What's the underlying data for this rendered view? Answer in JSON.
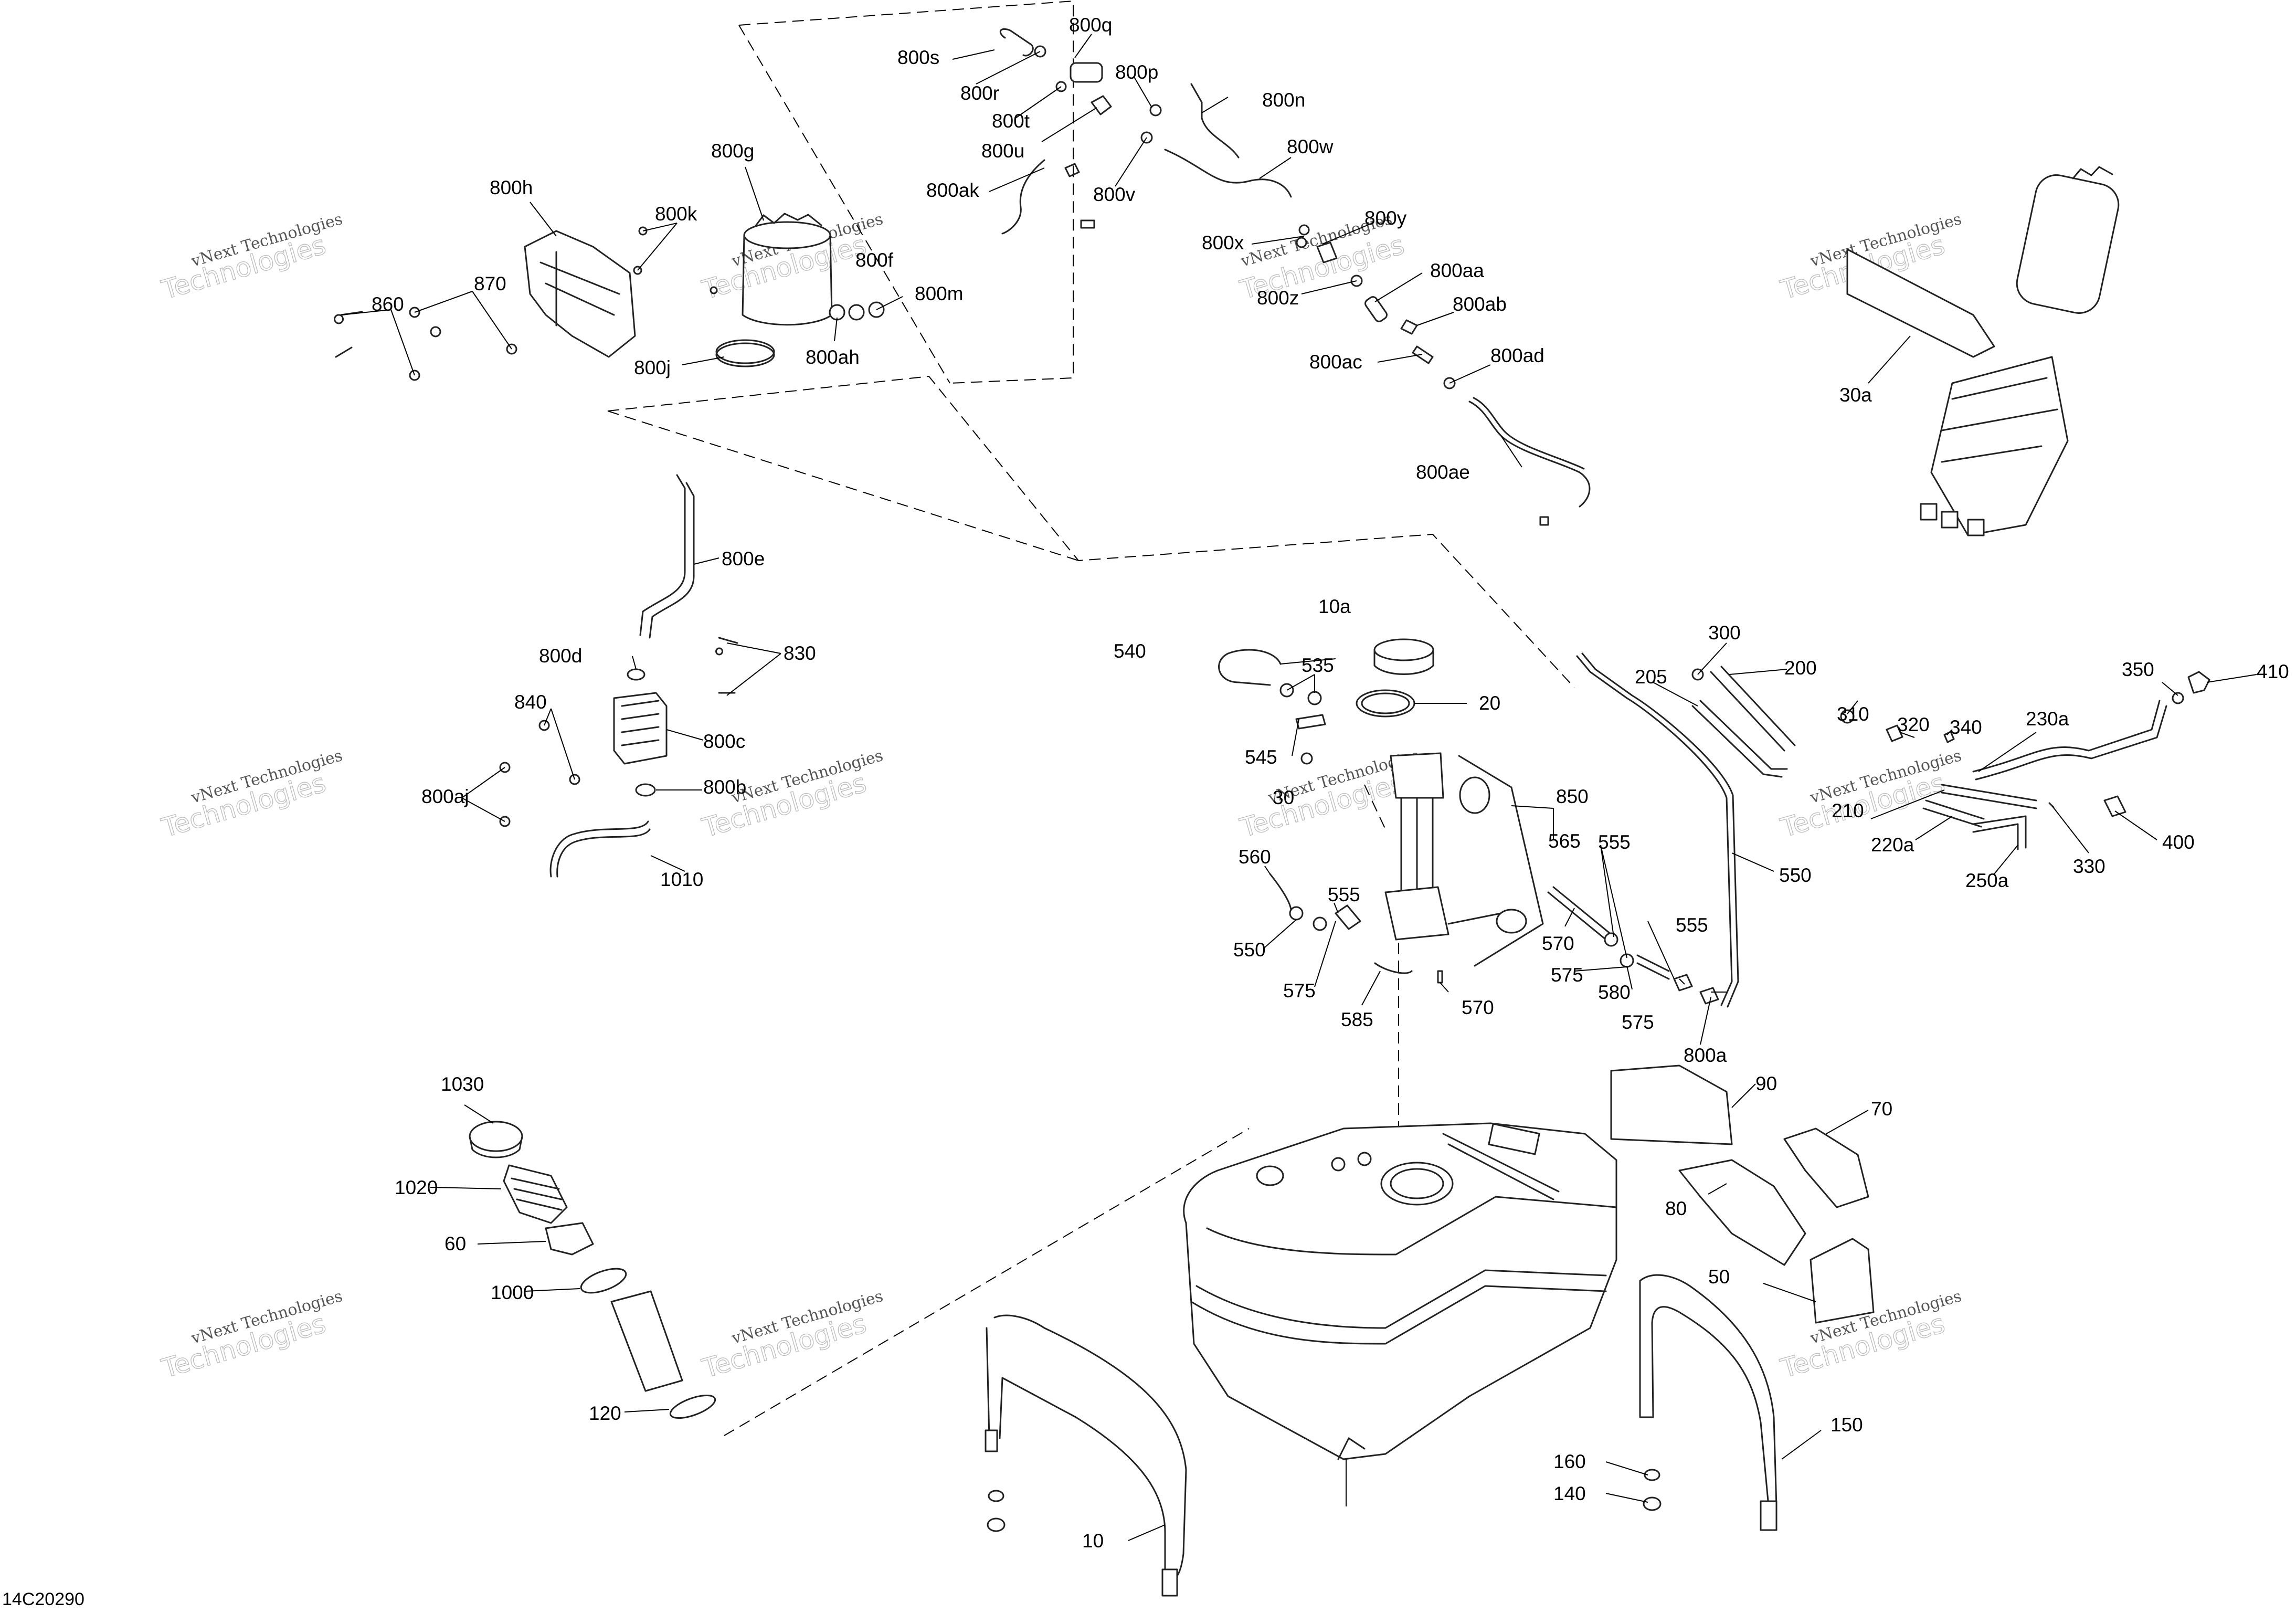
{
  "drawing_number": "14C20290",
  "watermark": {
    "line1": "vNext Technologies",
    "line2": "Technologies"
  },
  "callouts": [
    "800q",
    "800s",
    "800p",
    "800n",
    "800r",
    "800t",
    "800u",
    "800w",
    "800v",
    "800ak",
    "800g",
    "800h",
    "800k",
    "800y",
    "800x",
    "800aa",
    "800f",
    "800m",
    "870",
    "860",
    "800z",
    "800ab",
    "800j",
    "800ah",
    "800ac",
    "800ad",
    "800ae",
    "30a",
    "800e",
    "10a",
    "540",
    "535",
    "830",
    "20",
    "800d",
    "300",
    "200",
    "205",
    "310",
    "320",
    "340",
    "230a",
    "350",
    "410",
    "840",
    "800c",
    "545",
    "210",
    "220a",
    "250a",
    "330",
    "400",
    "800b",
    "555",
    "30",
    "850",
    "800aj",
    "550",
    "560",
    "555",
    "550",
    "570",
    "555",
    "565",
    "575",
    "580",
    "575",
    "575",
    "570",
    "585",
    "800a",
    "1010",
    "90",
    "1030",
    "70",
    "1020",
    "80",
    "60",
    "1000",
    "50",
    "120",
    "150",
    "160",
    "140",
    "10"
  ]
}
